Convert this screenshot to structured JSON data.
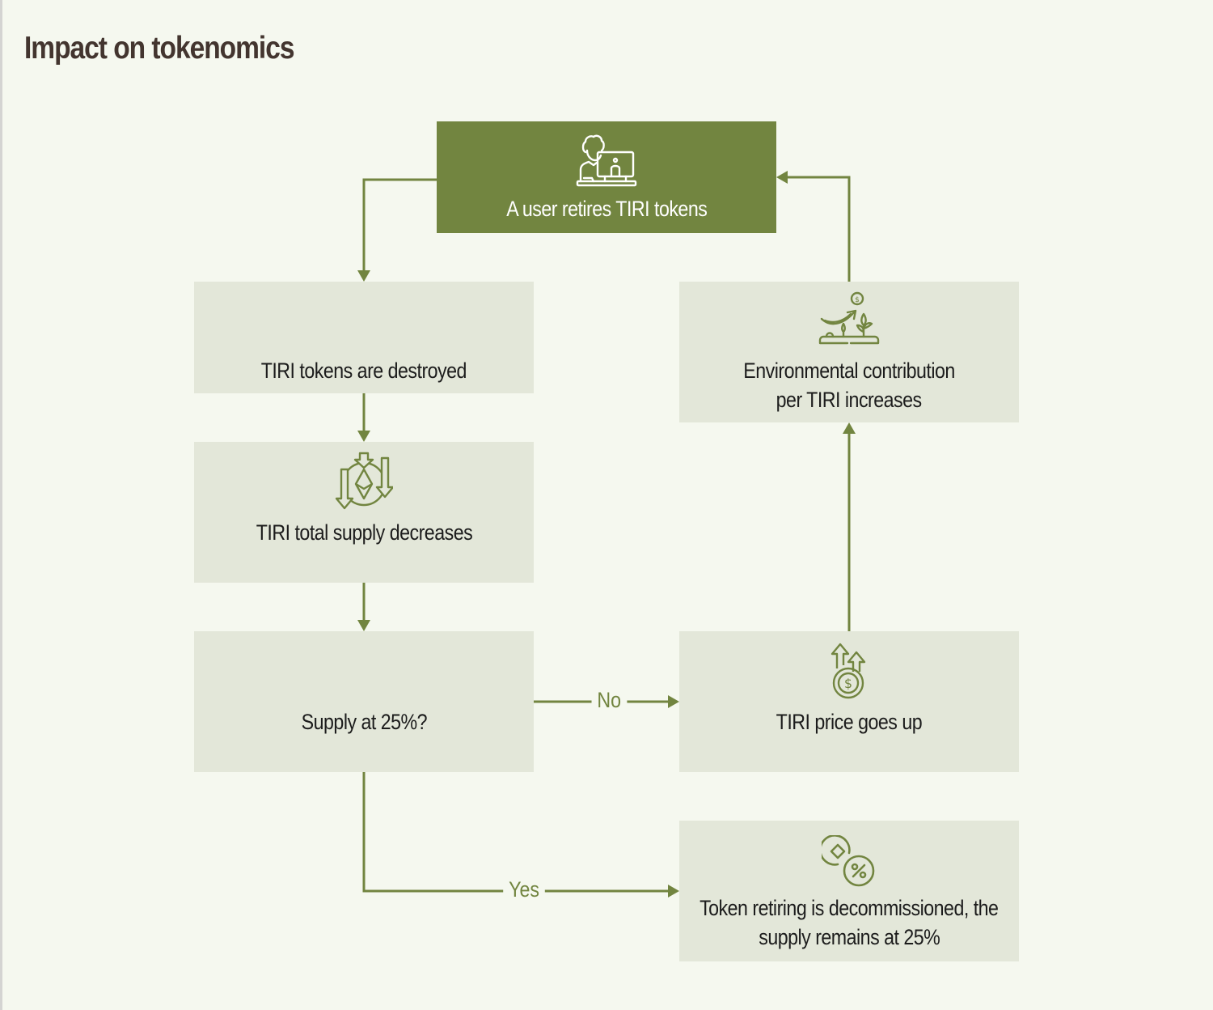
{
  "title": "Impact on tokenomics",
  "colors": {
    "accent": "#728540",
    "box_fill": "#e3e7d9",
    "background": "#f5f8ef",
    "title": "#43352f"
  },
  "nodes": {
    "retire": {
      "label": "A user retires TIRI tokens",
      "icon": "user-at-computer-icon"
    },
    "destroyed": {
      "label": "TIRI tokens are destroyed"
    },
    "supply_decrease": {
      "label": "TIRI total supply decreases",
      "icon": "ethereum-arrows-down-icon"
    },
    "decision": {
      "label": "Supply at 25%?"
    },
    "price_up": {
      "label": "TIRI price goes up",
      "icon": "coin-arrows-up-icon"
    },
    "env": {
      "line1": "Environmental contribution",
      "line2": "per TIRI increases",
      "icon": "plant-growth-coin-icon"
    },
    "decommissioned": {
      "line1": "Token retiring is decommissioned, the",
      "line2": "supply remains at 25%",
      "icon": "coin-percent-icon"
    }
  },
  "edges": {
    "no_label": "No",
    "yes_label": "Yes"
  }
}
